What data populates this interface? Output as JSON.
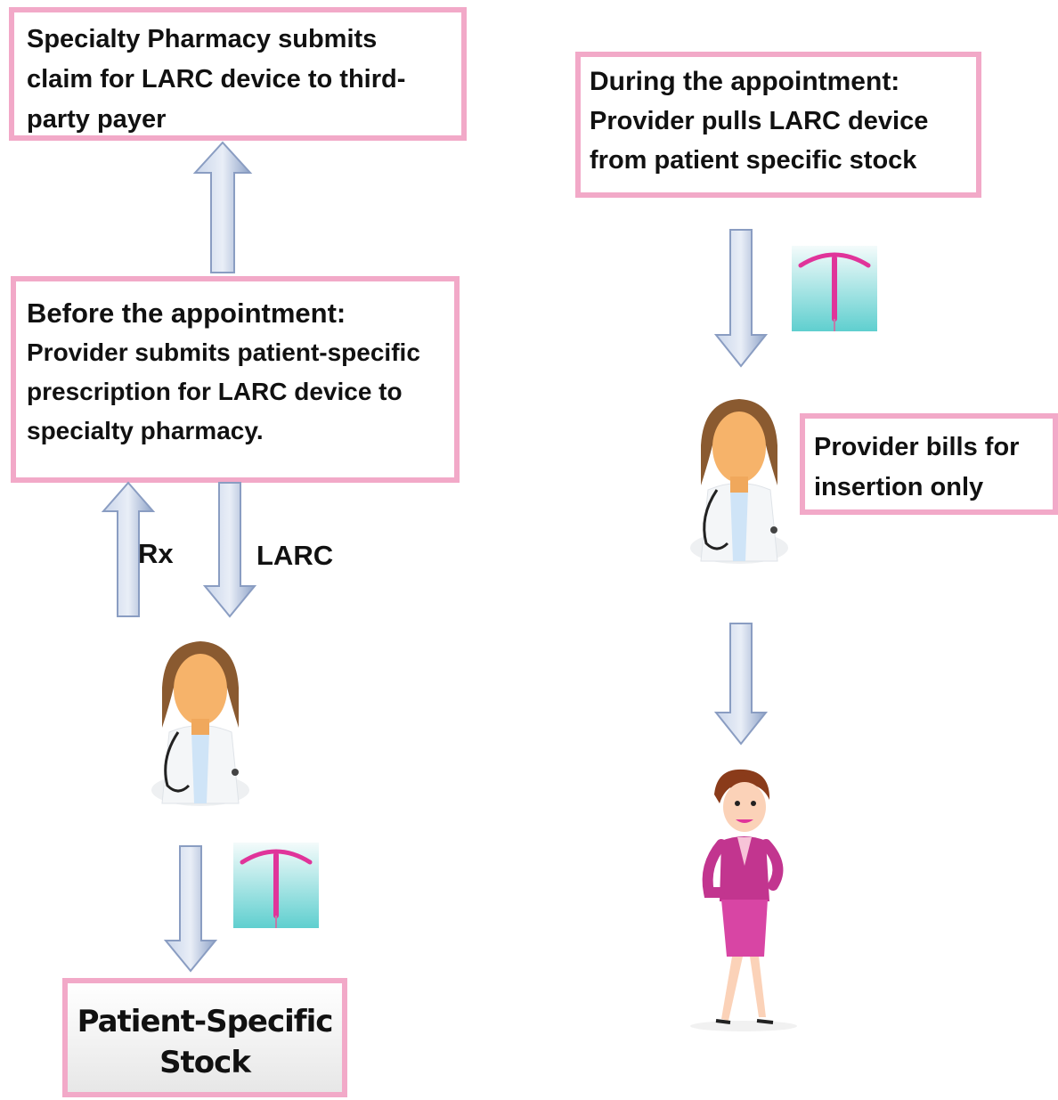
{
  "boxes": {
    "claim": "Specialty Pharmacy submits claim for LARC device to third-party payer",
    "before_title": "Before the appointment:",
    "before_body": "Provider submits patient-specific prescription for LARC device to specialty pharmacy.",
    "during_title": "During the appointment:",
    "during_body": "Provider pulls LARC device from patient specific stock",
    "bills": "Provider bills for insertion only",
    "stock": "Patient-Specific Stock"
  },
  "arrow_labels": {
    "rx": "Rx",
    "larc": "LARC"
  },
  "colors": {
    "border": "#f2a9c8",
    "arrow_top": "#d9e2f0",
    "arrow_bottom": "#8ea3c8",
    "iud_bg": "#6fd6d6",
    "iud": "#e0349a"
  },
  "icons": [
    "provider-icon",
    "iud-device-icon",
    "patient-woman-icon"
  ]
}
